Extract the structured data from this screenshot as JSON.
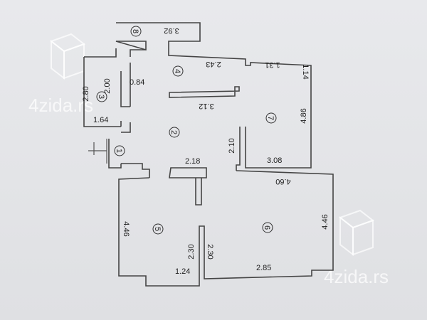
{
  "watermark": {
    "text": "4zida.rs"
  },
  "rooms": {
    "r1": "1",
    "r2": "2",
    "r3": "3",
    "r4": "4",
    "r5": "5",
    "r6": "6",
    "r7": "7",
    "r8": "8"
  },
  "dimensions": {
    "d_392": "3.92",
    "d_243": "2.43",
    "d_131": "1.31",
    "d_114": "1.14",
    "d_200": "2.00",
    "d_084": "0.84",
    "d_280": "2.80",
    "d_164": "1.64",
    "d_312": "3.12",
    "d_486": "4.86",
    "d_210": "2.10",
    "d_308": "3.08",
    "d_218": "2.18",
    "d_460": "4.60",
    "d_446_left": "4.46",
    "d_446_right": "4.46",
    "d_230_a": "2.30",
    "d_230_b": "2.30",
    "d_124": "1.24",
    "d_285": "2.85"
  }
}
